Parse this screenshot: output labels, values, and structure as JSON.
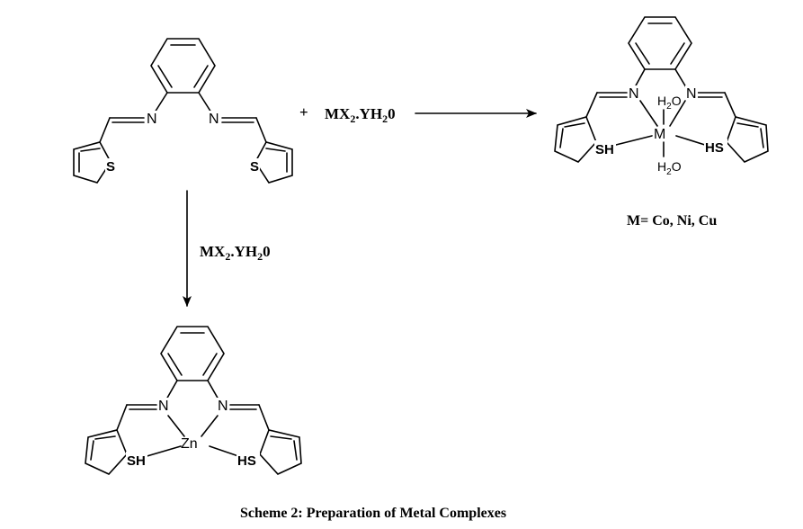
{
  "reagent_label": {
    "plus": "+",
    "formula_main": "MX",
    "formula_sub_2": "2",
    "formula_mid": ".YH",
    "formula_sub_2b": "2",
    "formula_end": "0"
  },
  "atoms": {
    "nitrogen": "N",
    "sulfur": "S",
    "thiol_sh": "SH",
    "thiol_hs": "HS",
    "metal": "M",
    "zinc": "Zn",
    "water_h": "H",
    "water_sub": "2",
    "water_o": "O"
  },
  "metal_list": "M= Co, Ni, Cu",
  "caption": "Scheme 2: Preparation of Metal Complexes"
}
